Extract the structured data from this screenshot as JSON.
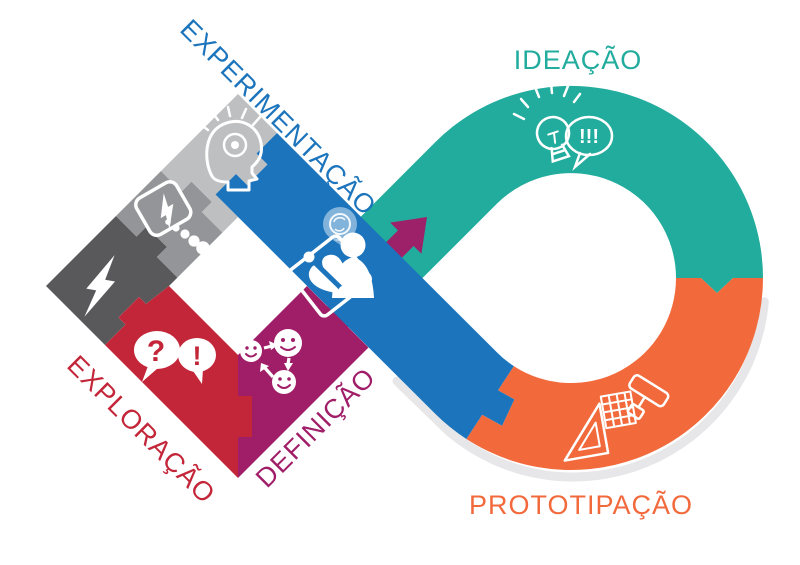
{
  "diagram": {
    "background": "#FFFFFF",
    "shadow_color": "#E7E7E9",
    "arrow": {
      "color": "#9D2168",
      "direction": "up-right"
    },
    "stages": [
      {
        "label": "EXPERIMENTAÇÃO",
        "color": "#1C75BC",
        "icon": "person-empathy-board-icon"
      },
      {
        "label": "IDEAÇÃO",
        "color": "#21AC9D",
        "icon": "lightbulb-exclamation-bubble-icon"
      },
      {
        "label": "PROTOTIPAÇÃO",
        "color": "#F26A3C",
        "icon": "prototyping-tools-icon"
      },
      {
        "label": "DEFINIÇÃO",
        "color": "#A01E68",
        "icon": "smiley-cycle-icon"
      },
      {
        "label": "EXPLORAÇÃO",
        "color": "#C32638",
        "icon": "question-exclamation-bubbles-icon"
      }
    ],
    "extra_segments": [
      {
        "name": "insight-flash",
        "color": "#59595B",
        "icon": "lightning-bolt-icon"
      },
      {
        "name": "shared-idea",
        "color": "#939598",
        "icon": "lightning-card-people-icon"
      },
      {
        "name": "illuminated-mind",
        "color": "#BDBFC1",
        "icon": "head-lightbulb-icon"
      }
    ],
    "bubble_texts": {
      "ideation": "!!!",
      "question": "?",
      "exclamation": "!"
    }
  }
}
